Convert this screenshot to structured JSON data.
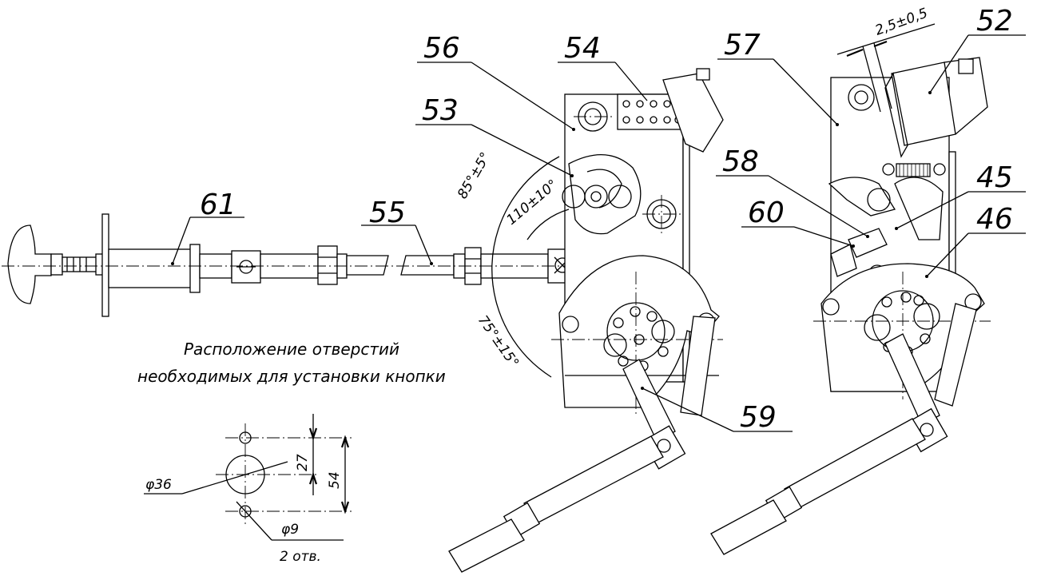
{
  "callouts": {
    "c61": "61",
    "c55": "55",
    "c56": "56",
    "c54": "54",
    "c53": "53",
    "c57": "57",
    "c52": "52",
    "c58": "58",
    "c45": "45",
    "c60": "60",
    "c46": "46",
    "c59": "59"
  },
  "dimensions": {
    "angle_upper": "85°±5°",
    "angle_inner": "110±10°",
    "angle_lower": "75°±15°",
    "gap": "2,5±0,5",
    "d27": "27",
    "d54": "54",
    "dia36": "φ36",
    "dia9": "φ9",
    "holes_count": "2 отв."
  },
  "caption": {
    "line1": "Расположение отверстий",
    "line2": "необходимых для установки кнопки"
  }
}
